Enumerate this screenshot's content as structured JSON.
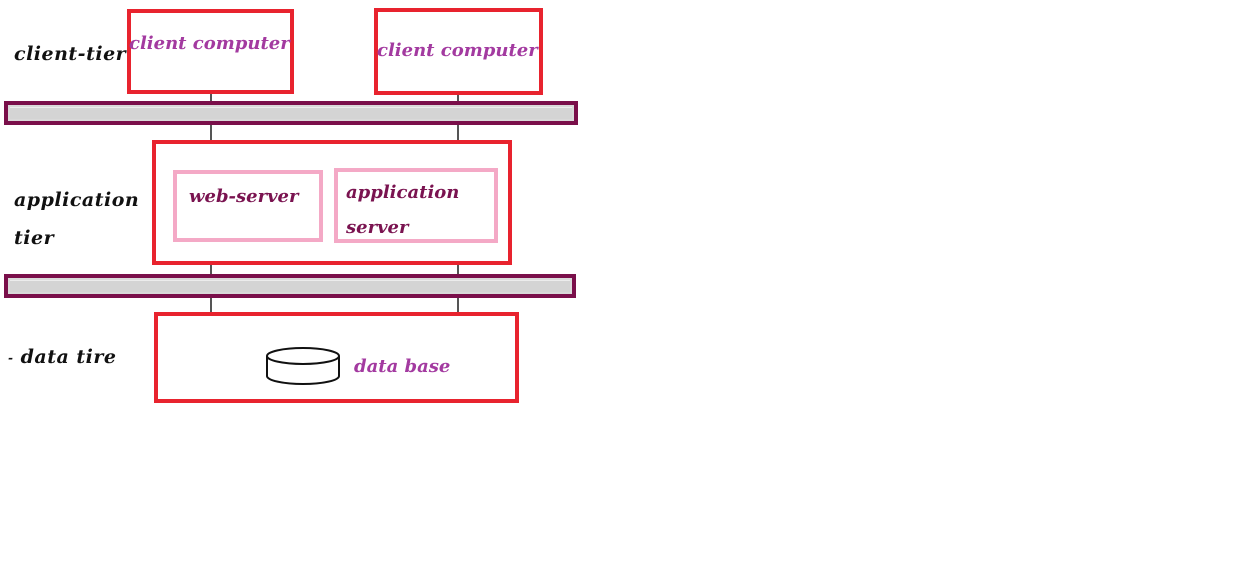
{
  "tiers": {
    "client": "client-tier",
    "application_line1": "application",
    "application_line2": "tier",
    "data": "data tire"
  },
  "client_tier": {
    "computers": [
      {
        "label": "client computer"
      },
      {
        "label": "client computer"
      }
    ]
  },
  "application_tier": {
    "web_server": "web-server",
    "app_server_line1": "application",
    "app_server_line2": "server"
  },
  "data_tier": {
    "database": "data base"
  },
  "colors": {
    "box_border": "#e8232e",
    "inner_box_border": "#f4a9c6",
    "bus_border": "#7a0f4a",
    "bus_fill": "#d4d4d4",
    "component_text": "#a33aa0",
    "server_text": "#7a1350",
    "tier_text": "#111111"
  }
}
